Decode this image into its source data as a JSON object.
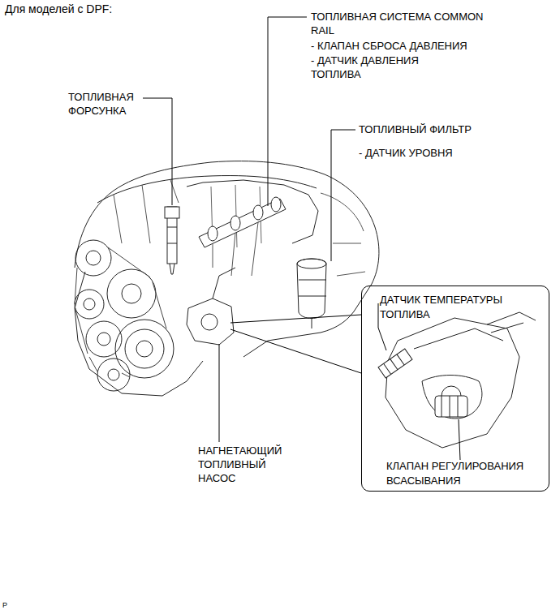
{
  "diagram": {
    "title": "Для моделей с DPF:",
    "nodes": [
      {
        "text": [
          "ДАТЧИК ТЕМПЕРАТУРЫ ТОПЛИВА",
          "КЛАПАН РЕГУЛИРОВАНИЯ ВСАСЫВАНИЯ"
        ]
      }
    ],
    "labels": [
      "ТОПЛИВНАЯ СИСТЕМА COMMON RAIL",
      "- КЛАПАН СБРОСА ДАВЛЕНИЯ",
      "- ДАТЧИК ДАВЛЕНИЯ ТОПЛИВА",
      "ТОПЛИВНАЯ ФОРСУНКА",
      "ТОПЛИВНЫЙ ФИЛЬТР",
      "- ДАТЧИК УРОВНЯ",
      "НАГНЕТАЮЩИЙ ТОПЛИВНЫЙ НАСОС",
      "P"
    ]
  }
}
